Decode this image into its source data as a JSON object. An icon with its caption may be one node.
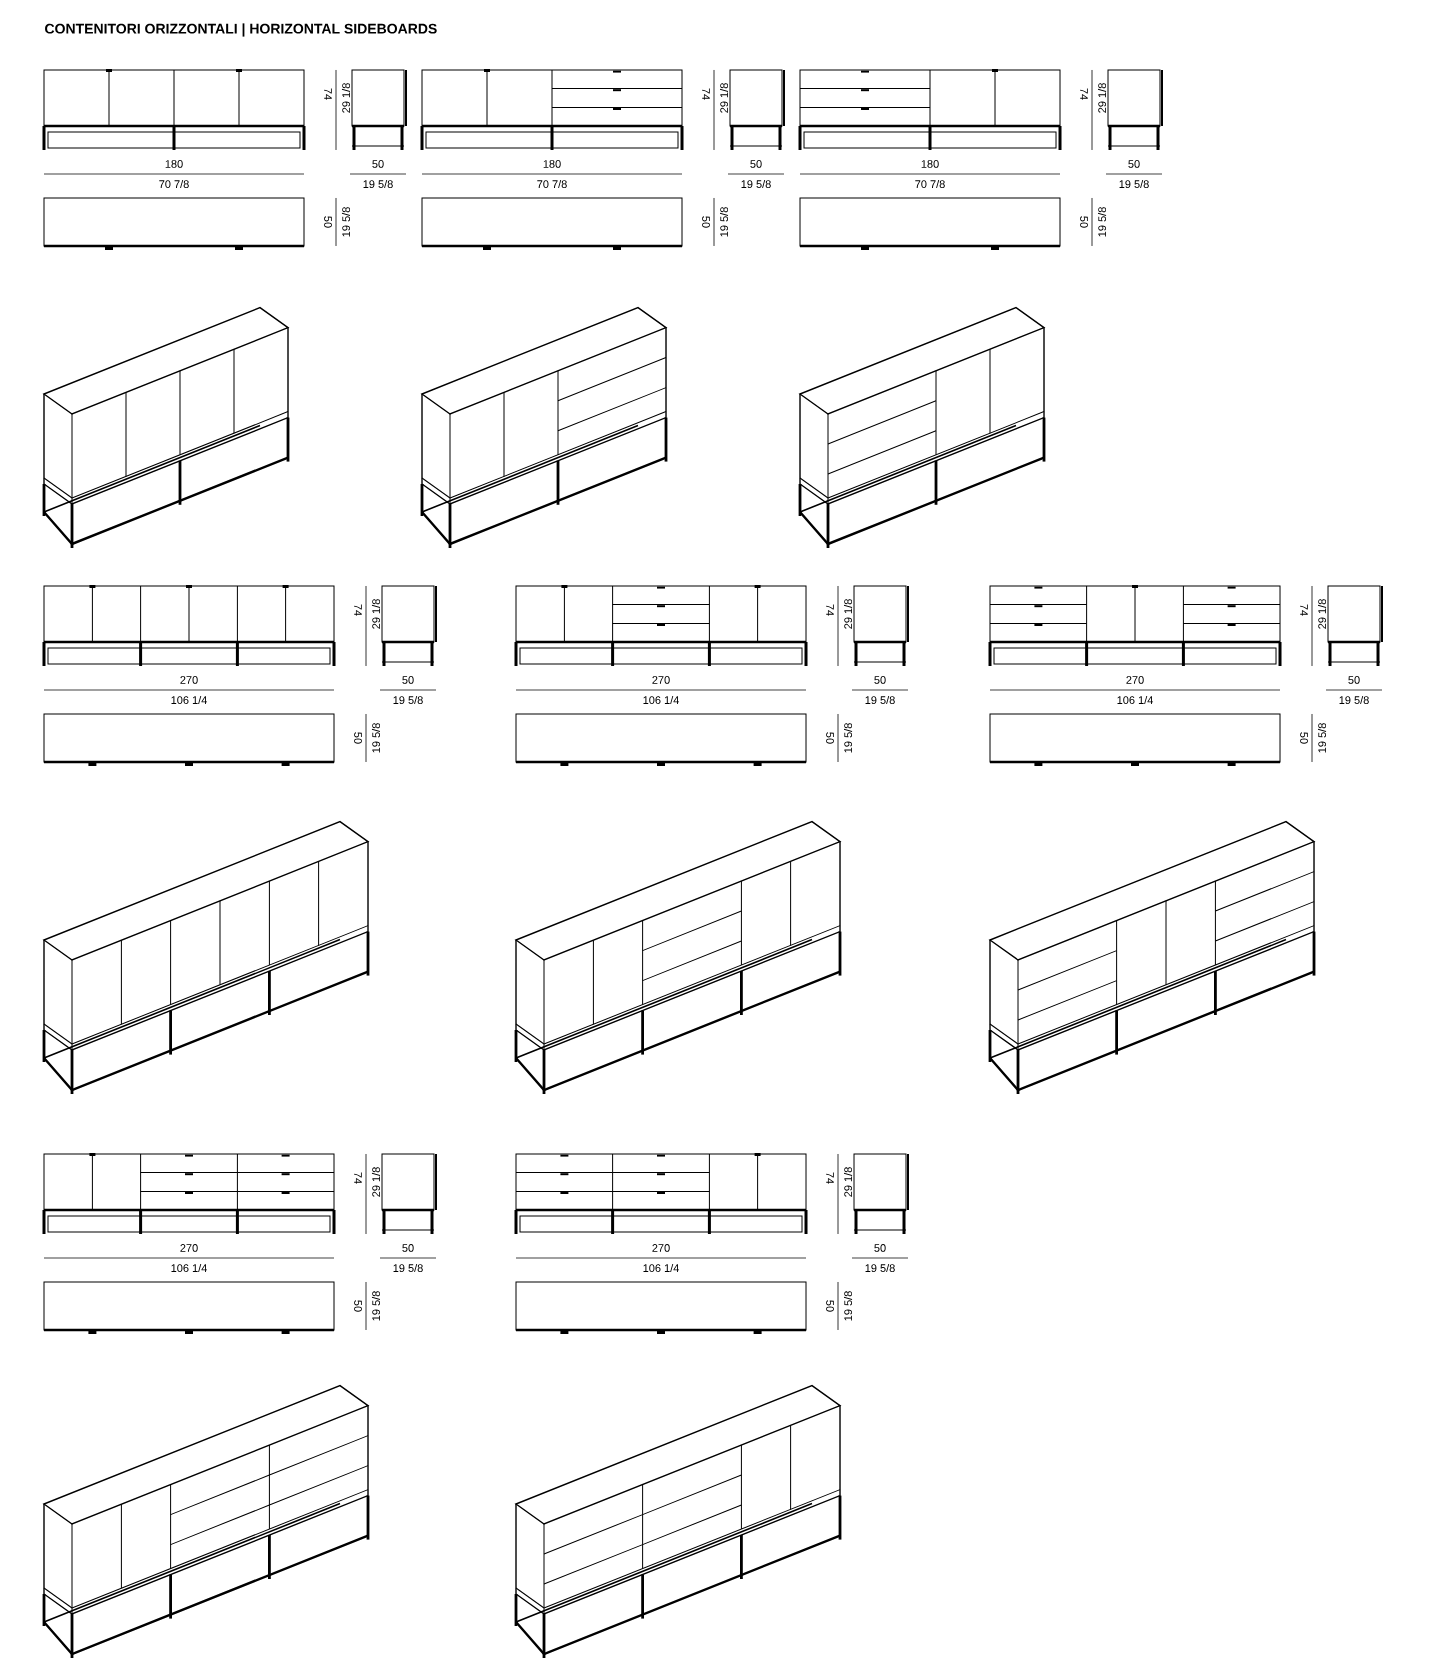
{
  "diagram": {
    "title": "CONTENITORI ORIZZONTALI | HORIZONTAL SIDEBOARDS",
    "labels": [
      "74",
      "29 1/8",
      "180",
      "70 7/8",
      "50",
      "19 5/8",
      "50",
      "19 5/8",
      "74",
      "29 1/8",
      "180",
      "70 7/8",
      "50",
      "19 5/8",
      "50",
      "19 5/8",
      "74",
      "29 1/8",
      "180",
      "70 7/8",
      "50",
      "19 5/8",
      "50",
      "19 5/8",
      "74",
      "29 1/8",
      "270",
      "106 1/4",
      "50",
      "19 5/8",
      "50",
      "19 5/8",
      "74",
      "29 1/8",
      "270",
      "106 1/4",
      "50",
      "19 5/8",
      "50",
      "19 5/8",
      "74",
      "29 1/8",
      "270",
      "106 1/4",
      "50",
      "19 5/8",
      "50",
      "19 5/8",
      "74",
      "29 1/8",
      "270",
      "106 1/4",
      "50",
      "19 5/8",
      "50",
      "19 5/8",
      "74",
      "29 1/8",
      "270",
      "106 1/4",
      "50",
      "19 5/8",
      "50",
      "19 5/8"
    ]
  }
}
